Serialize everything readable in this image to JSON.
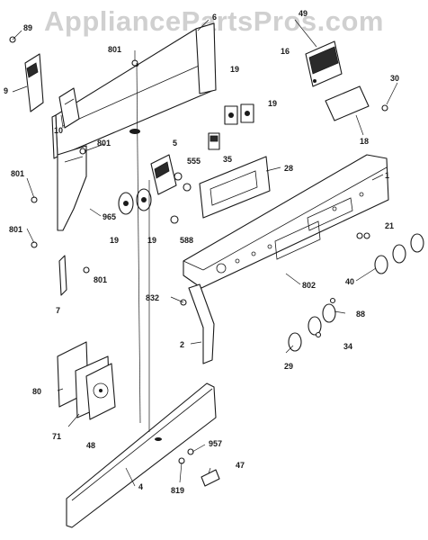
{
  "watermark": "AppliancePartsPros.com",
  "colors": {
    "ink": "#1a1a1a",
    "background": "#ffffff",
    "watermark": "#969696"
  },
  "callouts": [
    {
      "id": "c89",
      "text": "89"
    },
    {
      "id": "c6",
      "text": "6"
    },
    {
      "id": "c49",
      "text": "49"
    },
    {
      "id": "c16",
      "text": "16"
    },
    {
      "id": "c801a",
      "text": "801"
    },
    {
      "id": "c9",
      "text": "9"
    },
    {
      "id": "c30",
      "text": "30"
    },
    {
      "id": "c19a",
      "text": "19"
    },
    {
      "id": "c19b",
      "text": "19"
    },
    {
      "id": "c10",
      "text": "10"
    },
    {
      "id": "c18",
      "text": "18"
    },
    {
      "id": "c801b",
      "text": "801"
    },
    {
      "id": "c5",
      "text": "5"
    },
    {
      "id": "c555",
      "text": "555"
    },
    {
      "id": "c35",
      "text": "35"
    },
    {
      "id": "c28",
      "text": "28"
    },
    {
      "id": "c1",
      "text": "1"
    },
    {
      "id": "c801c",
      "text": "801"
    },
    {
      "id": "c965",
      "text": "965"
    },
    {
      "id": "c19c",
      "text": "19"
    },
    {
      "id": "c19d",
      "text": "19"
    },
    {
      "id": "c588",
      "text": "588"
    },
    {
      "id": "c21",
      "text": "21"
    },
    {
      "id": "c801d",
      "text": "801"
    },
    {
      "id": "c801e",
      "text": "801"
    },
    {
      "id": "c7",
      "text": "7"
    },
    {
      "id": "c832",
      "text": "832"
    },
    {
      "id": "c802",
      "text": "802"
    },
    {
      "id": "c40",
      "text": "40"
    },
    {
      "id": "c88",
      "text": "88"
    },
    {
      "id": "c2",
      "text": "2"
    },
    {
      "id": "c34",
      "text": "34"
    },
    {
      "id": "c29",
      "text": "29"
    },
    {
      "id": "c80",
      "text": "80"
    },
    {
      "id": "c71",
      "text": "71"
    },
    {
      "id": "c48",
      "text": "48"
    },
    {
      "id": "c957",
      "text": "957"
    },
    {
      "id": "c47",
      "text": "47"
    },
    {
      "id": "c4",
      "text": "4"
    },
    {
      "id": "c819",
      "text": "819"
    }
  ]
}
